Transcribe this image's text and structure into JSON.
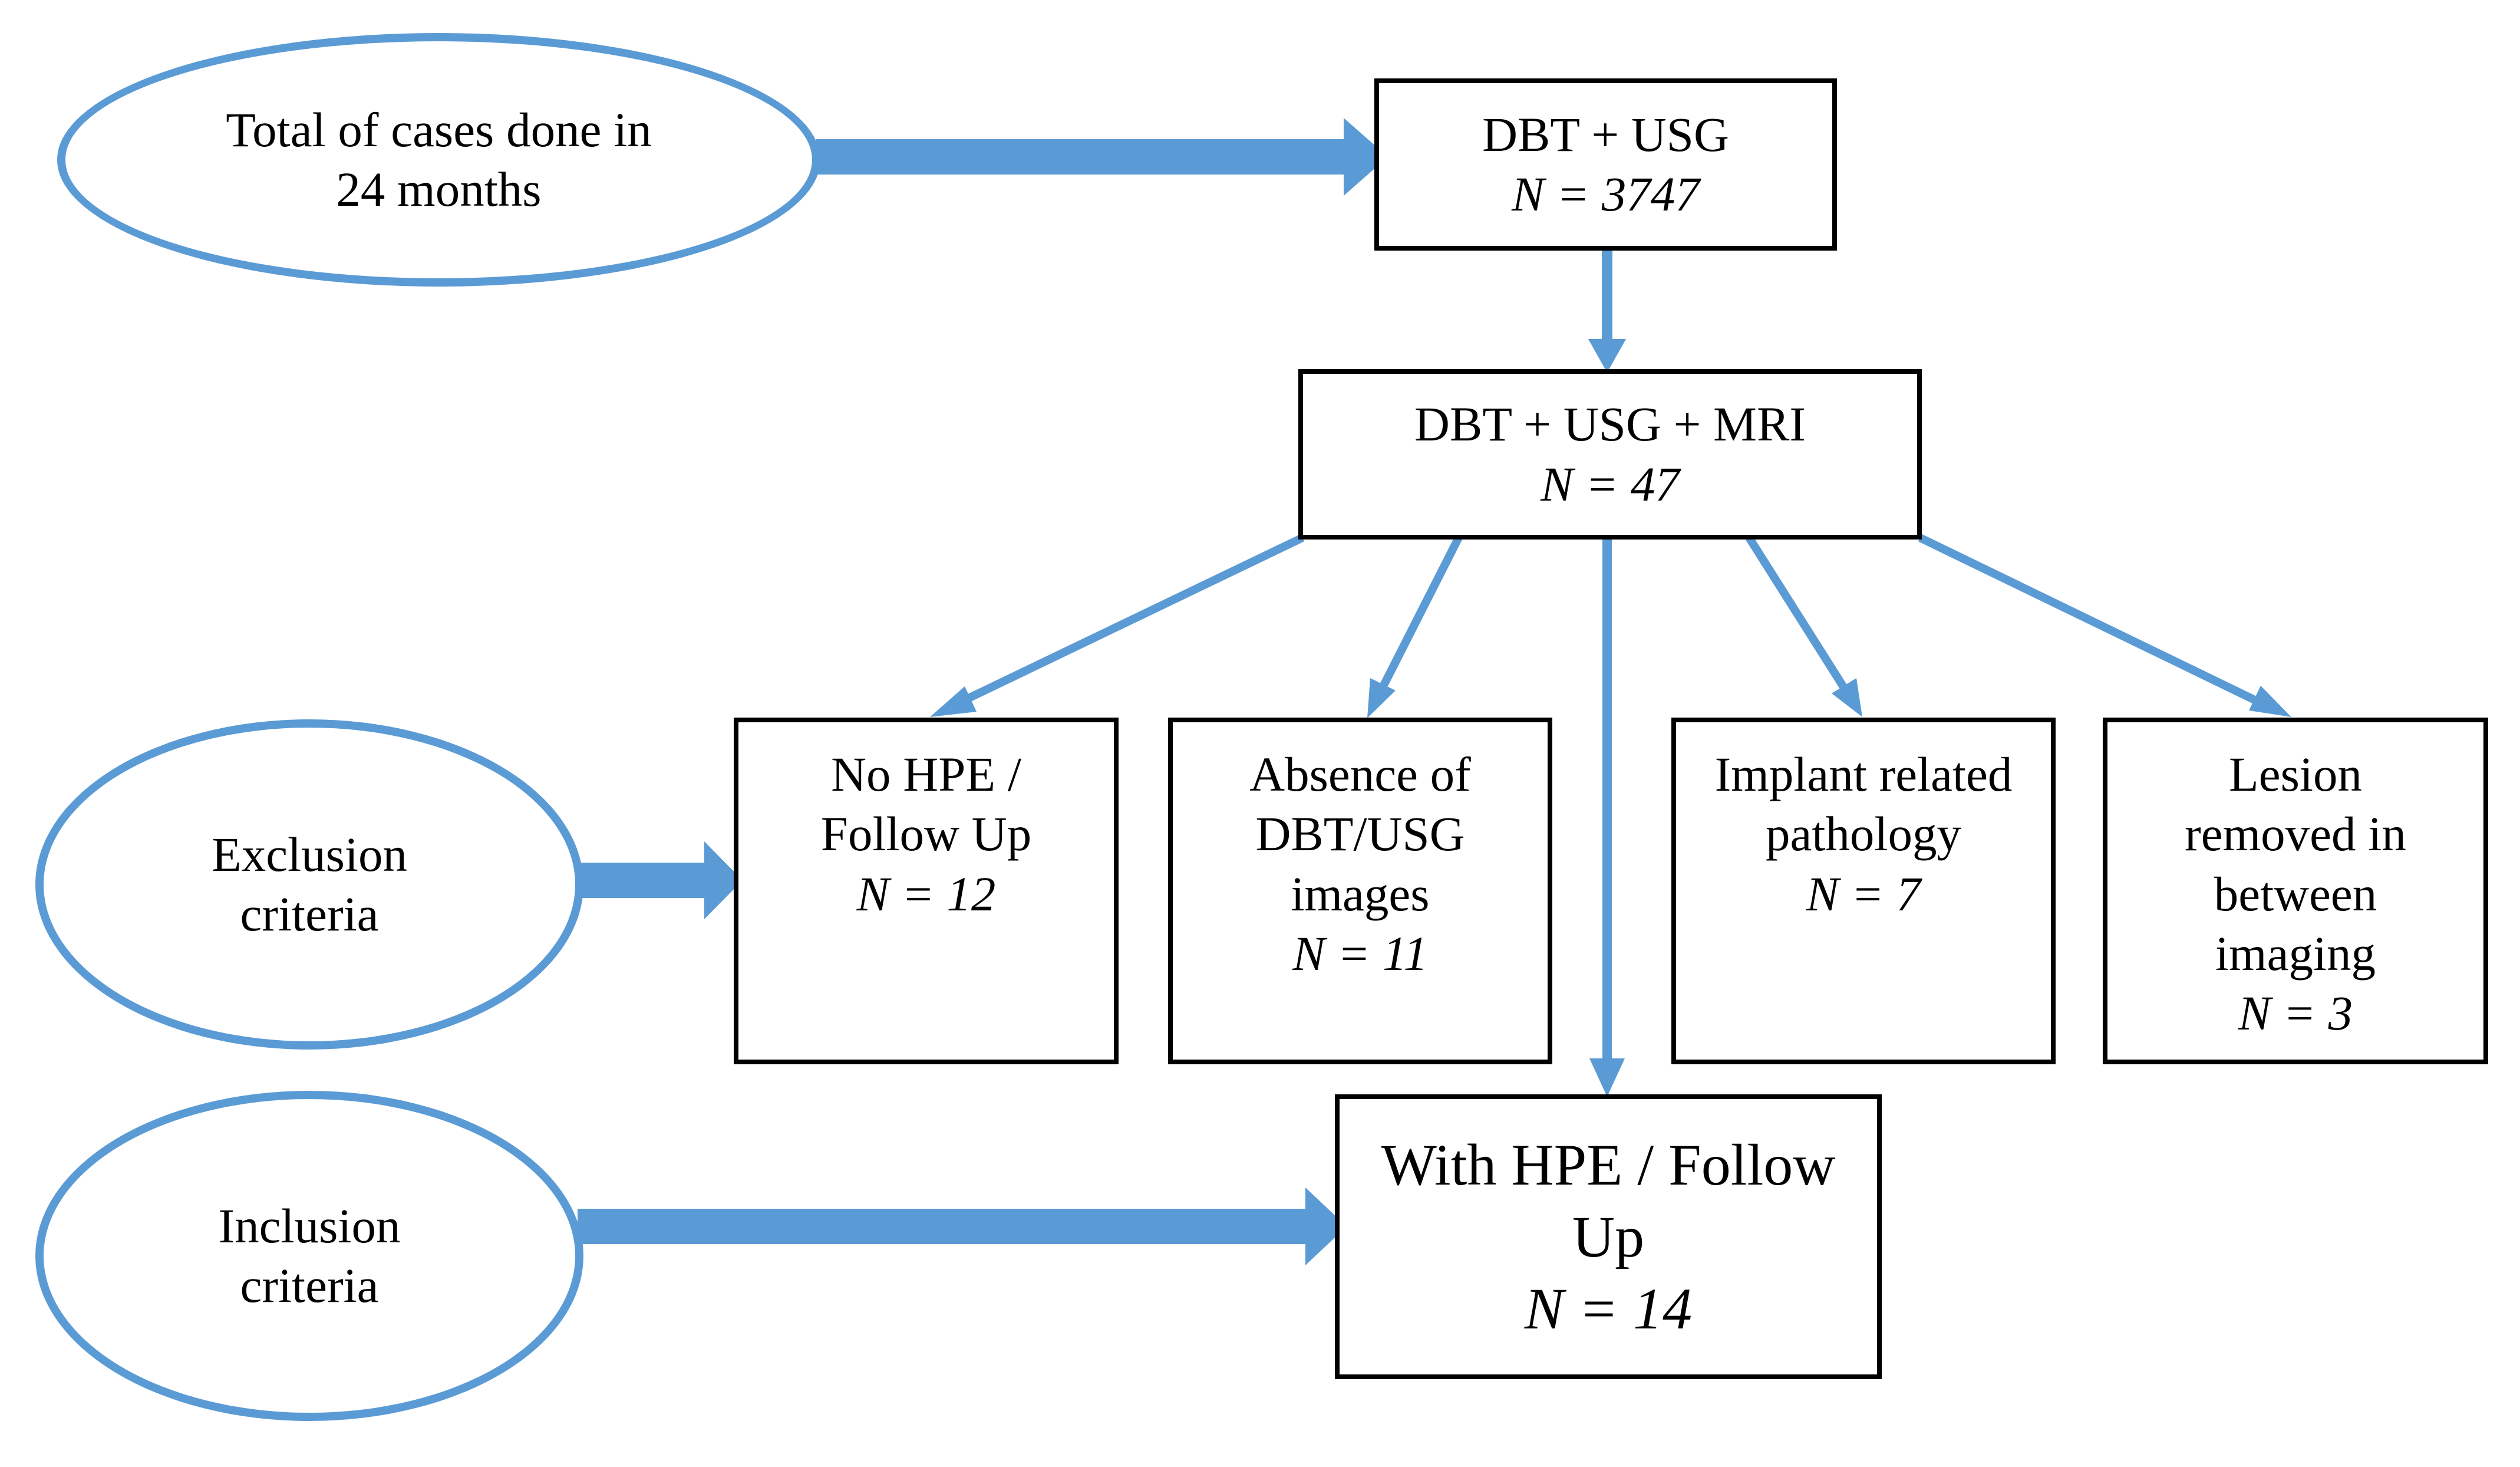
{
  "colors": {
    "arrow": "#5b9bd5",
    "oval_border": "#5b9bd5",
    "box_border": "#000000",
    "text": "#000000",
    "background": "#ffffff"
  },
  "ovals": {
    "total_cases": [
      "Total of cases done in",
      "24 months"
    ],
    "exclusion": [
      "Exclusion",
      "criteria"
    ],
    "inclusion": [
      "Inclusion",
      "criteria"
    ]
  },
  "boxes": {
    "dbt_usg": {
      "lines": [
        "DBT + USG"
      ],
      "count": "N = 3747"
    },
    "dbt_usg_mri": {
      "lines": [
        "DBT + USG + MRI"
      ],
      "count": "N = 47"
    },
    "no_hpe": {
      "lines": [
        "No HPE /",
        "Follow Up"
      ],
      "count": "N = 12"
    },
    "absence_images": {
      "lines": [
        "Absence of",
        "DBT/USG",
        "images"
      ],
      "count": "N = 11"
    },
    "implant": {
      "lines": [
        "Implant related",
        "pathology"
      ],
      "count": "N = 7"
    },
    "lesion_removed": {
      "lines": [
        "Lesion",
        "removed in",
        "between",
        "imaging"
      ],
      "count": "N = 3"
    },
    "with_hpe": {
      "lines": [
        "With HPE / Follow",
        "Up"
      ],
      "count": "N = 14"
    }
  }
}
